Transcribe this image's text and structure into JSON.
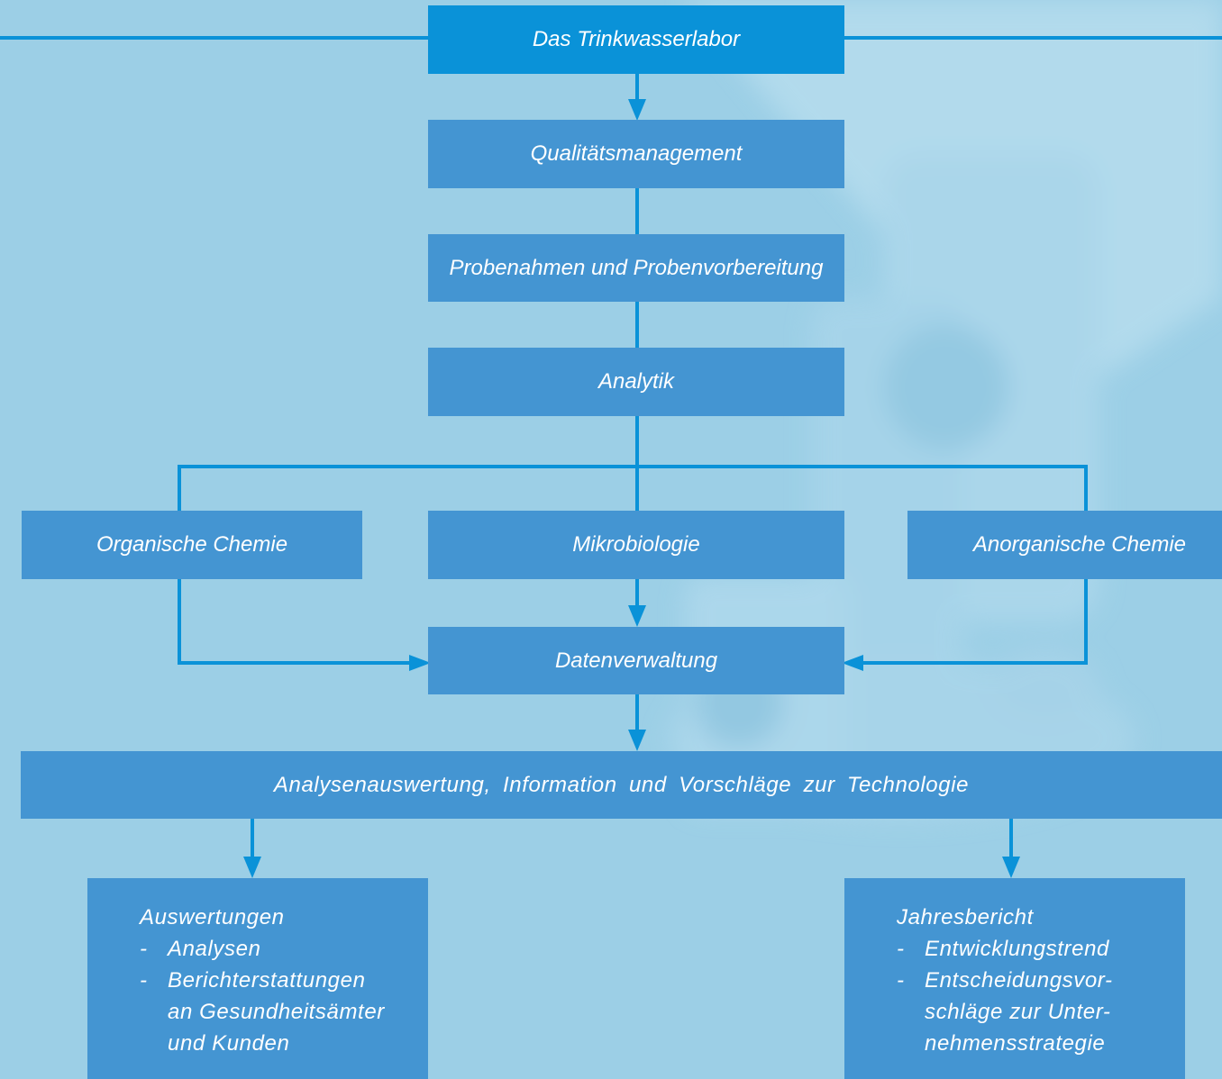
{
  "diagram": {
    "colors": {
      "background": "#9ccfe6",
      "box": "#4495d2",
      "top_box": "#0a92d8",
      "connector": "#0a92d8",
      "text": "#ffffff"
    },
    "top": "Das Trinkwasserlabor",
    "chain": [
      "Qualitätsmanagement",
      "Probenahmen und Probenvorbereitung",
      "Analytik"
    ],
    "branches": {
      "left": "Organische Chemie",
      "center": "Mikrobiologie",
      "right": "Anorganische Chemie"
    },
    "data_management": "Datenverwaltung",
    "evaluation": "Analysenauswertung, Information und Vorschläge zur Technologie",
    "outputs": {
      "left": {
        "title": "Auswertungen",
        "items": [
          "Analysen",
          "Berichterstattungen\nan Gesundheitsämter\nund Kunden"
        ]
      },
      "right": {
        "title": "Jahresbericht",
        "items": [
          "Entwicklungstrend",
          "Entscheidungsvor-\nschläge zur Unter-\nnehmensstrategie"
        ]
      }
    },
    "bullet": "-"
  }
}
